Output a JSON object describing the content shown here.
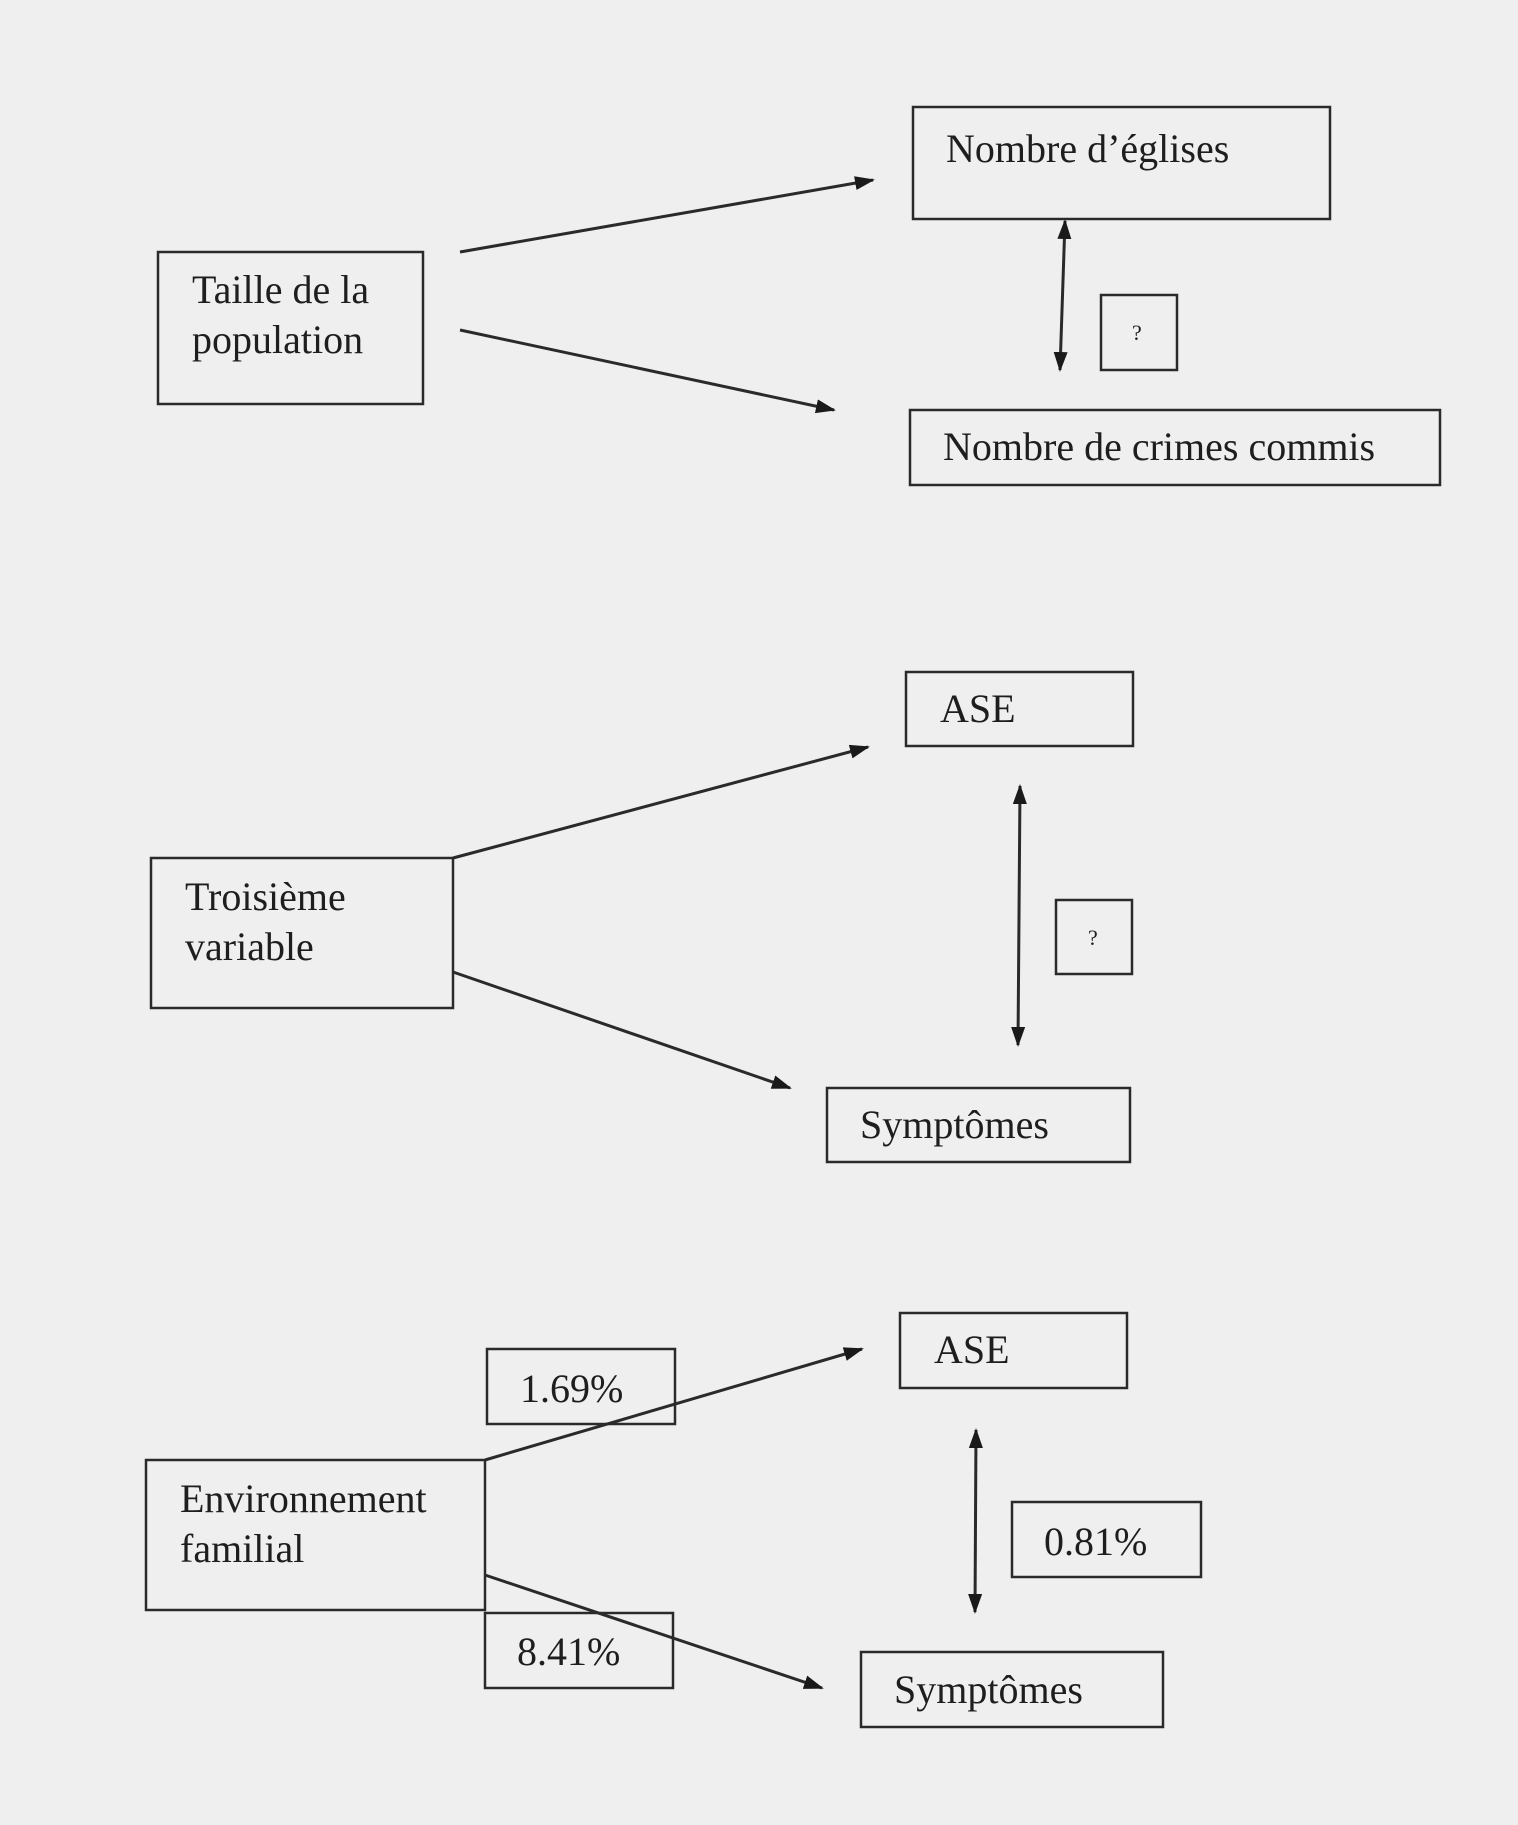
{
  "diagram_1": {
    "source": [
      "Taille de la",
      "population"
    ],
    "target_top": "Nombre  d’églises",
    "target_bottom": "Nombre de crimes commis",
    "link_label": "?"
  },
  "diagram_2": {
    "source": [
      "Troisième",
      "variable"
    ],
    "target_top": "ASE",
    "target_bottom": "Symptômes",
    "link_label": "?"
  },
  "diagram_3": {
    "source": [
      "Environnement",
      "familial"
    ],
    "target_top": "ASE",
    "target_bottom": "Symptômes",
    "link_label": "0.81%",
    "edge_top_label": "1.69%",
    "edge_bottom_label": "8.41%"
  }
}
